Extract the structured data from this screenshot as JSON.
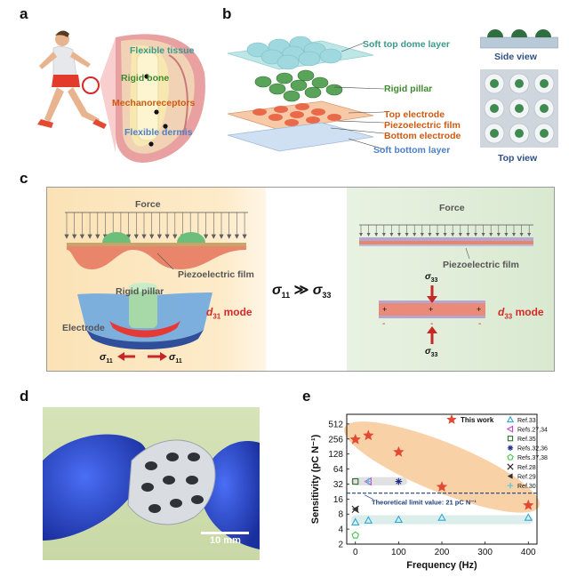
{
  "panels": {
    "a": "a",
    "b": "b",
    "c": "c",
    "d": "d",
    "e": "e"
  },
  "panel_a": {
    "flexible_tissue": "Flexible tissue",
    "rigid_bone": "Rigid bone",
    "mechanoreceptors": "Mechanoreceptors",
    "flexible_dermis": "Flexible dermis"
  },
  "panel_b": {
    "soft_top_dome_layer": "Soft top dome layer",
    "rigid_pillar": "Rigid pillar",
    "top_electrode": "Top electrode",
    "piezoelectric_film": "Piezoelectric film",
    "bottom_electrode": "Bottom electrode",
    "soft_bottom_layer": "Soft bottom layer",
    "side_view": "Side view",
    "top_view": "Top view"
  },
  "panel_c": {
    "force_left": "Force",
    "force_right": "Force",
    "piezo_left": "Piezoelectric film",
    "piezo_right": "Piezoelectric film",
    "rigid_pillar": "Rigid pillar",
    "electrode": "Electrode",
    "d31_mode_prefix": "d",
    "d31_mode_sub": "31",
    "d31_mode_suffix": " mode",
    "d33_mode_prefix": "d",
    "d33_mode_sub": "33",
    "d33_mode_suffix": " mode",
    "sigma": "σ",
    "sub_11": "11",
    "sub_33": "33",
    "comparison": "≫"
  },
  "panel_d": {
    "scale_bar": "10 mm"
  },
  "colors": {
    "tan_bg": "#fbe2b6",
    "green_bg": "#d9e9d0",
    "orange_ellipse": "#f5c28a",
    "star_red": "#e24a33"
  },
  "chart_data": {
    "type": "scatter",
    "title": "",
    "xlabel": "Frequency (Hz)",
    "ylabel": "Sensitivity (pC N⁻¹)",
    "xlim": [
      -20,
      420
    ],
    "ylim": [
      2,
      800
    ],
    "y_scale": "log2",
    "x_ticks": [
      0,
      100,
      200,
      300,
      400
    ],
    "y_ticks": [
      2,
      4,
      8,
      16,
      32,
      64,
      128,
      256,
      512
    ],
    "reference_line": {
      "y": 21,
      "label": "Theoretical limit value: 21 pC N⁻¹"
    },
    "legend_position": "top-right",
    "series": [
      {
        "name": "This work",
        "marker": "star",
        "color": "#e24a33",
        "x": [
          0,
          30,
          100,
          200,
          400
        ],
        "y": [
          250,
          300,
          140,
          28,
          12
        ]
      },
      {
        "name": "Ref.33",
        "marker": "triangle-up",
        "color": "#31a7d6",
        "x": [
          0,
          30,
          100,
          200,
          400
        ],
        "y": [
          5.5,
          6,
          6.2,
          6.8,
          6.8
        ]
      },
      {
        "name": "Refs.27,34",
        "marker": "triangle-left",
        "color": "#c44ac4",
        "x": [
          30
        ],
        "y": [
          36
        ]
      },
      {
        "name": "Ref.35",
        "marker": "square",
        "color": "#2d6e2d",
        "x": [
          0
        ],
        "y": [
          36
        ]
      },
      {
        "name": "Refs.32,36",
        "marker": "asterisk",
        "color": "#1b2f8a",
        "x": [
          100
        ],
        "y": [
          36
        ]
      },
      {
        "name": "Refs.37,38",
        "marker": "pentagon",
        "color": "#47c447",
        "x": [
          0
        ],
        "y": [
          3
        ]
      },
      {
        "name": "Ref.28",
        "marker": "x",
        "color": "#222222",
        "x": [
          0
        ],
        "y": [
          10
        ]
      },
      {
        "name": "Ref.29",
        "marker": "triangle-left-filled",
        "color": "#333333",
        "x": [
          0
        ],
        "y": [
          10
        ]
      },
      {
        "name": "Ref.30",
        "marker": "plus",
        "color": "#4fc7e8",
        "x": [
          30
        ],
        "y": [
          36
        ]
      }
    ]
  }
}
